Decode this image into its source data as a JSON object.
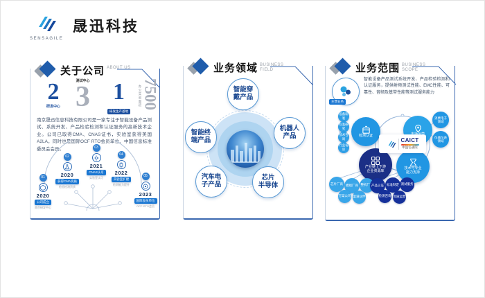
{
  "brand": {
    "name": "SENSAGILE",
    "title": "晟迅科技"
  },
  "panels": {
    "about": {
      "title": "关于公司",
      "subtitle_en": "ABOUT US",
      "stats": [
        {
          "value": "2",
          "label": "研发中心"
        },
        {
          "value": "3",
          "label": "测试中心"
        },
        {
          "value": "1",
          "label": "研发生产基地"
        },
        {
          "value": "7500",
          "label": "办公实验面积"
        }
      ],
      "description": "南京晟迅信息科技有限公司是一家专注于智能设备产品测试、系统开发、产品检验检测和认证服务的高新技术企业。公司已取得CMA、CNAS证书，实验室获得美国A2LA，同时也是国际OCF RTO会员单位、中国信息标准委员会会员。",
      "timeline": [
        {
          "no": "01",
          "year": "2020",
          "label": "公司成立",
          "note": "南京研发中心"
        },
        {
          "no": "02",
          "year": "2020",
          "label": "获得CMA资质",
          "note": "检验检测资质"
        },
        {
          "no": "03",
          "year": "2021",
          "label": "CNAS认可",
          "note": "实验室认可"
        },
        {
          "no": "04",
          "year": "2022",
          "label": "实验室扩建",
          "note": "检测能力提升"
        },
        {
          "no": "05",
          "year": "2023",
          "label": "国际会员单位",
          "note": "OCF·RTO会员"
        }
      ]
    },
    "field": {
      "title": "业务领域",
      "subtitle_en": "BUSINESS FIELD",
      "bubbles": [
        "智能穿\n戴产品",
        "智能终\n端产品",
        "机器人\n产品",
        "汽车电\n子产品",
        "芯片\n半导体"
      ]
    },
    "scope": {
      "title": "业务范围",
      "subtitle_en": "BUSINESS SCOPE",
      "badge": "主营业务",
      "description": "智能设备产品测试系统开发、产品检验检测和认证服务，提供射频测试性能、EMC性能、可靠性、音频及基带性能等测试服务能力",
      "center": {
        "brand": "SENSAGILE",
        "caict": "CAICT",
        "caict_sub": "中国信通院"
      },
      "node_tl": "检测认证",
      "node_tr": "市场运营",
      "node_bl": "产业链上下游\n企业资源库",
      "node_br": "技术与专业\n能力支持",
      "left_chain": [
        "设备研发",
        "标准研究",
        "技术咨询",
        "行业培训"
      ],
      "right_nodes": [
        "消费电子\n领域",
        "仪器仪表\n领域"
      ],
      "cluster_light": [
        "芯片厂商",
        "模组厂商",
        "整机厂商",
        "方案公司",
        "渠道伙伴"
      ],
      "cluster_dark": [
        "产品认证",
        "标准制定",
        "测试服务",
        "检测咨询",
        "资质运营"
      ]
    }
  },
  "colors": {
    "primary": "#1f5cab",
    "accent": "#2196e3",
    "navy": "#1b2f86",
    "light": "#cde3f6"
  }
}
